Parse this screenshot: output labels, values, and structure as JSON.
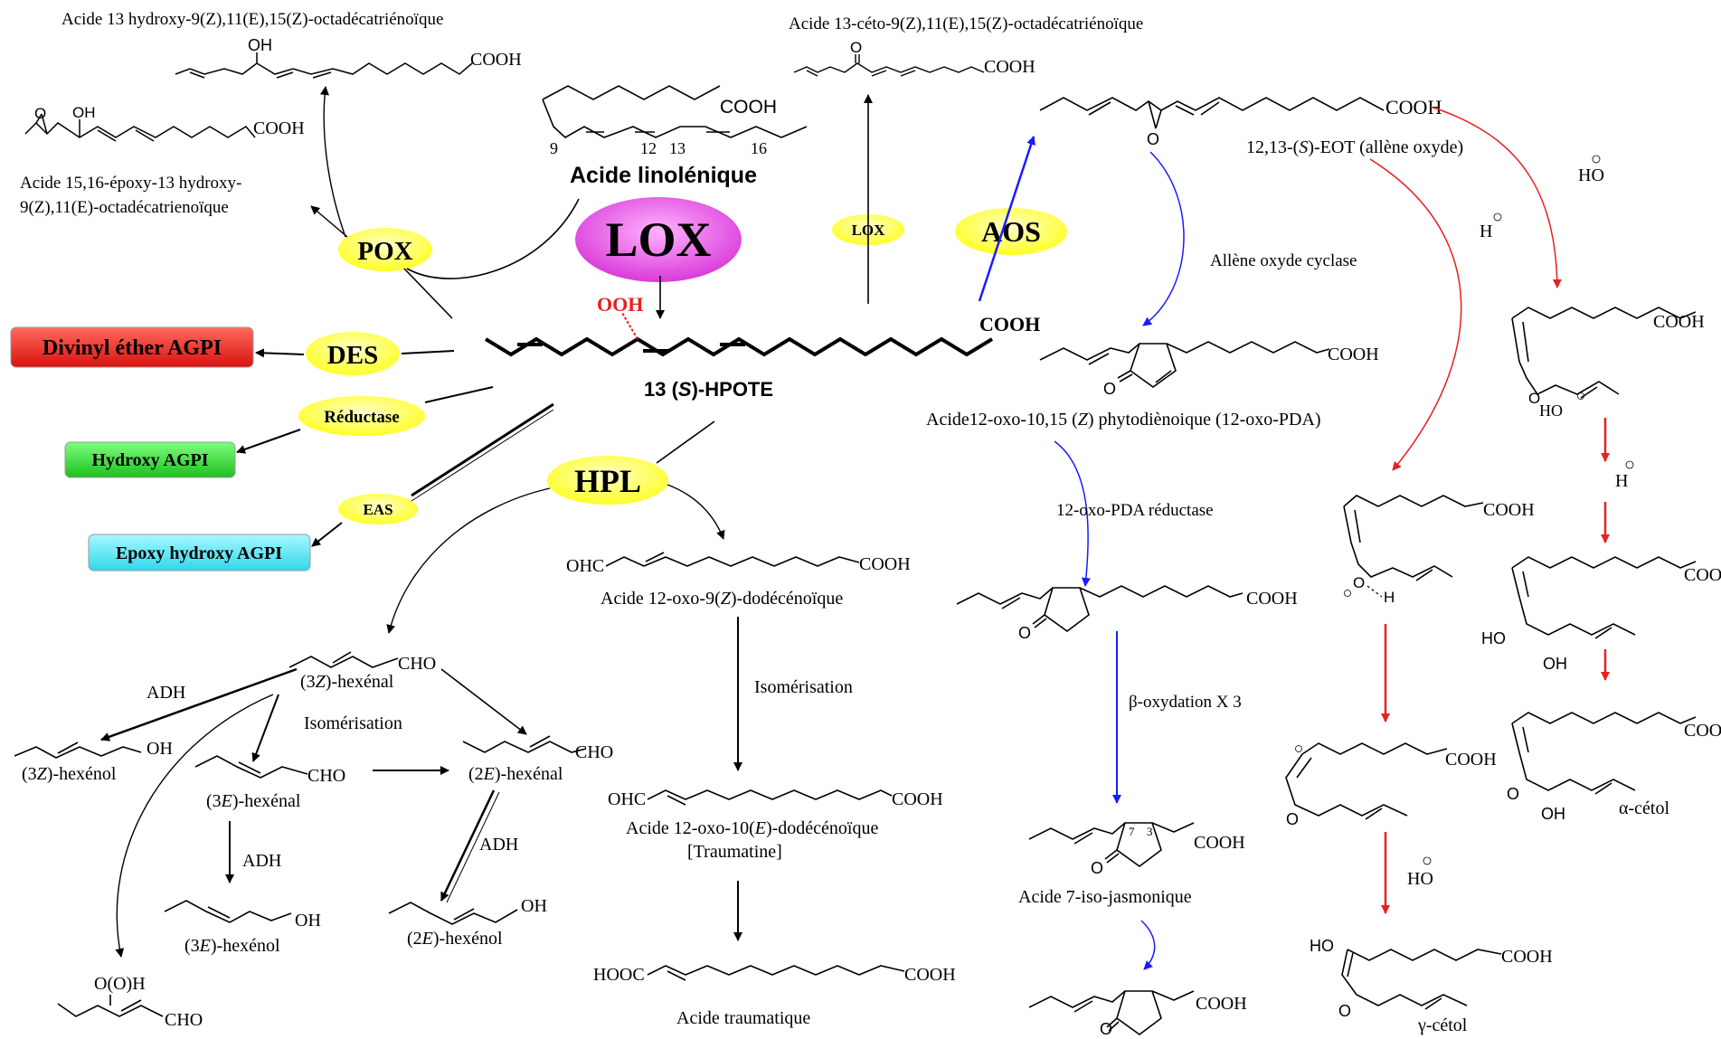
{
  "central": {
    "name": "13 (S)-HPOTE",
    "name_prefix": "13 (",
    "name_s": "S",
    "name_suffix": ")-HPOTE",
    "ooh": "OOH",
    "cooh": "COOH"
  },
  "linolenic": {
    "label": "Acide linolénique",
    "cooh": "COOH",
    "pos9": "9",
    "pos12": "12",
    "pos13": "13",
    "pos16": "16"
  },
  "enzymes": {
    "lox_main": "LOX",
    "lox_small": "LOX",
    "aos": "AOS",
    "pox": "POX",
    "des": "DES",
    "reductase": "Réductase",
    "eas": "EAS",
    "hpl": "HPL"
  },
  "enzyme_colors": {
    "lox_main": "#e04fe0",
    "yellow": "#ffff33"
  },
  "products_left": {
    "divinyl": "Divinyl éther AGPI",
    "hydroxy": "Hydroxy AGPI",
    "epoxy": "Epoxy hydroxy AGPI",
    "divinyl_color": "#e8201e",
    "hydroxy_color": "#22cc22",
    "epoxy_color": "#3fe0f0"
  },
  "pox_products": {
    "p1_title": "Acide 13 hydroxy-9(Z),11(E),15(Z)-octadécatriénoïque",
    "p1_oh": "OH",
    "p1_cooh": "COOH",
    "p2_line1": "Acide 15,16-époxy-13 hydroxy-",
    "p2_line2": "9(Z),11(E)-octadécatrienoïque",
    "p2_o": "O",
    "p2_oh": "OH",
    "p2_cooh": "COOH"
  },
  "keto": {
    "title": "Acide 13-céto-9(Z),11(E),15(Z)-octadécatriénoïque",
    "o": "O",
    "cooh": "COOH"
  },
  "aos_branch": {
    "eot_label_a": "12,13-(",
    "eot_label_s": "S",
    "eot_label_b": ")-EOT (allène oxyde)",
    "eot_o": "O",
    "eot_cooh": "COOH",
    "cyclase": "Allène oxyde cyclase",
    "opda_label_a": "Acide12-oxo-10,15 (",
    "opda_label_z": "Z",
    "opda_label_b": ") phytodiènoique (12-oxo-PDA)",
    "opda_o": "O",
    "opda_cooh": "COOH",
    "opr": "12-oxo-PDA réductase",
    "opc_o": "O",
    "opc_cooh": "COOH",
    "beta": "β-oxydation X 3",
    "jas_label": "Acide 7-iso-jasmonique",
    "jas_7": "7",
    "jas_3": "3",
    "jas_o": "O",
    "jas_cooh": "COOH",
    "jas2_o": "O",
    "jas2_cooh": "COOH"
  },
  "ketols": {
    "ho_minus": "HO",
    "h_plus": "H",
    "a_cooh": "COOH",
    "a_o": "O",
    "a_ho": "HO",
    "b_cooh": "COOH",
    "b_o": "O",
    "b_h": "H",
    "diol_cooh": "COOH",
    "diol_ho": "HO",
    "diol_oh": "OH",
    "h_plus2": "H",
    "alpha_cooh": "COOH",
    "alpha_o": "O",
    "alpha_oh": "OH",
    "alpha_label": "α-cétol",
    "enolate_cooh": "COOH",
    "enolate_o": "O",
    "ho_minus2": "HO",
    "gamma_ho": "HO",
    "gamma_cooh": "COOH",
    "gamma_o": "O",
    "gamma_label": "γ-cétol"
  },
  "hpl_branch": {
    "oxo_ohc": "OHC",
    "oxo_cooh": "COOH",
    "oxo_label_a": "Acide 12-oxo-9(",
    "oxo_label_z": "Z",
    "oxo_label_b": ")-dodécénoïque",
    "isom": "Isomérisation",
    "trau_ohc": "OHC",
    "trau_cooh": "COOH",
    "trau_label_a": "Acide 12-oxo-10(",
    "trau_label_e": "E",
    "trau_label_b": ")-dodécénoïque",
    "trau_label2": "[Traumatine]",
    "acid_hooc": "HOOC",
    "acid_cooh": "COOH",
    "acid_label": "Acide  traumatique"
  },
  "hexenal": {
    "z3_cho": "CHO",
    "z3_label_a": "(3",
    "z3_label_z": "Z",
    "z3_label_b": ")-hexénal",
    "adh1": "ADH",
    "isom": "Isomérisation",
    "z3ol_oh": "OH",
    "z3ol_label_a": "(3",
    "z3ol_label_z": "Z",
    "z3ol_label_b": ")-hexénol",
    "e3_cho": "CHO",
    "e3_label_a": "(3",
    "e3_label_e": "E",
    "e3_label_b": ")-hexénal",
    "e2_cho": "CHO",
    "e2_label_a": "(2",
    "e2_label_e": "E",
    "e2_label_b": ")-hexénal",
    "adh2": "ADH",
    "adh3": "ADH",
    "e3ol_oh": "OH",
    "e3ol_label_a": "(3",
    "e3ol_label_e": "E",
    "e3ol_label_b": ")-hexénol",
    "e2ol_oh": "OH",
    "e2ol_label_a": "(2",
    "e2ol_label_e": "E",
    "e2ol_label_b": ")-hexénol",
    "hpo_ooh": "O(O)H",
    "hpo_cho": "CHO"
  }
}
